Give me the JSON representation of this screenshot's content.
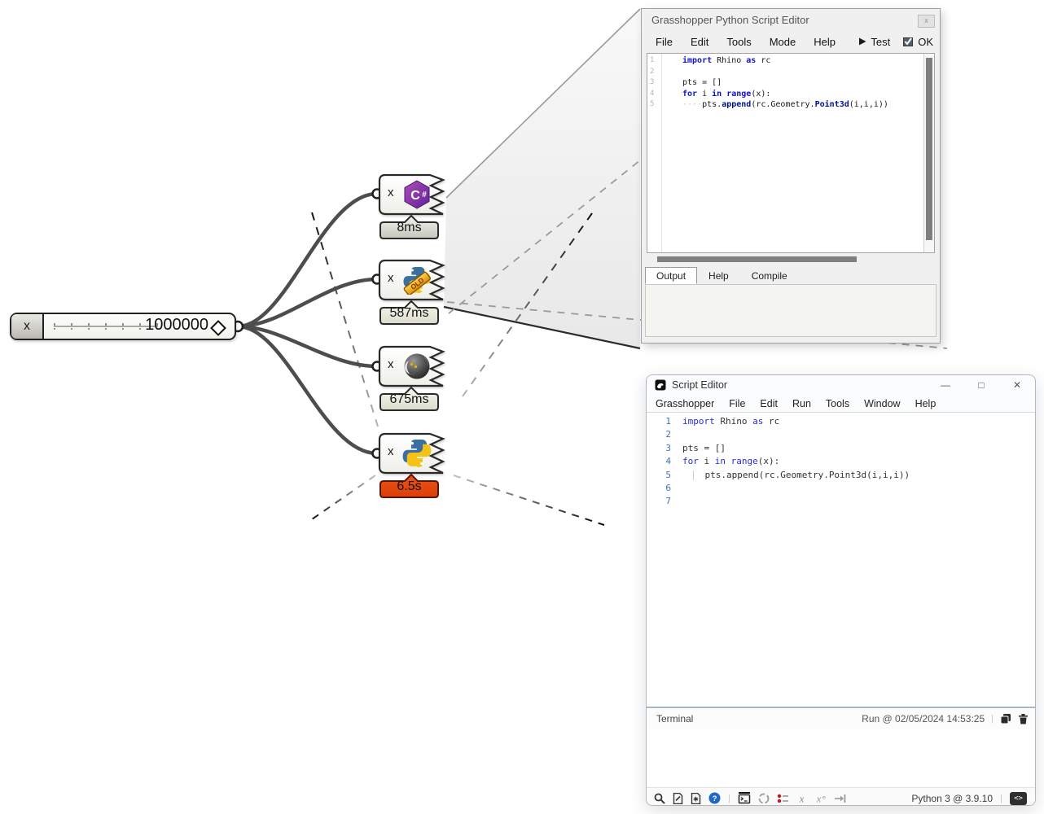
{
  "canvas": {
    "slider": {
      "label": "x",
      "value": "1000000"
    },
    "components": [
      {
        "icon": "csharp-icon",
        "input": "x",
        "time": "8ms"
      },
      {
        "icon": "ghpython-old-icon",
        "input": "x",
        "time": "587ms",
        "badge": "OLD"
      },
      {
        "icon": "ironpython-ghost-icon",
        "input": "x",
        "time": "675ms"
      },
      {
        "icon": "python3-icon",
        "input": "x",
        "time": "6.5s"
      }
    ],
    "colors": {
      "slow_highlight": "#e8470e",
      "wire": "#4d4d4d",
      "csharp_purple": "#8a2b9b"
    }
  },
  "gh_editor": {
    "title": "Grasshopper Python Script Editor",
    "close_label": "x",
    "menus": [
      "File",
      "Edit",
      "Tools",
      "Mode",
      "Help"
    ],
    "test_label": "Test",
    "ok_label": "OK",
    "line_numbers": [
      "1",
      "2",
      "3",
      "4",
      "5"
    ],
    "code": [
      [
        [
          "kw",
          "import"
        ],
        [
          "t",
          " Rhino "
        ],
        [
          "kw",
          "as"
        ],
        [
          "t",
          " rc"
        ]
      ],
      [],
      [
        [
          "t",
          "pts = []"
        ]
      ],
      [
        [
          "kw",
          "for"
        ],
        [
          "t",
          " i "
        ],
        [
          "kw",
          "in"
        ],
        [
          "t",
          " "
        ],
        [
          "kw",
          "range"
        ],
        [
          "t",
          "(x):"
        ]
      ],
      [
        [
          "ws",
          "····"
        ],
        [
          "t",
          "pts."
        ],
        [
          "fn",
          "append"
        ],
        [
          "t",
          "(rc.Geometry."
        ],
        [
          "fn",
          "Point3d"
        ],
        [
          "t",
          "(i,i,i))"
        ]
      ]
    ],
    "tabs": [
      "Output",
      "Help",
      "Compile"
    ],
    "active_tab": "Output"
  },
  "script_editor": {
    "title": "Script Editor",
    "menus": [
      "Grasshopper",
      "File",
      "Edit",
      "Run",
      "Tools",
      "Window",
      "Help"
    ],
    "controls": {
      "minimize": "—",
      "maximize": "□",
      "close": "✕"
    },
    "line_numbers": [
      "1",
      "2",
      "3",
      "4",
      "5",
      "6",
      "7"
    ],
    "code": [
      [
        [
          "kw",
          "import"
        ],
        [
          "t",
          " Rhino "
        ],
        [
          "kw",
          "as"
        ],
        [
          "t",
          " rc"
        ]
      ],
      [],
      [
        [
          "t",
          "pts = []"
        ]
      ],
      [
        [
          "kw",
          "for"
        ],
        [
          "t",
          " i "
        ],
        [
          "kw",
          "in"
        ],
        [
          "t",
          " "
        ],
        [
          "kw",
          "range"
        ],
        [
          "t",
          "(x):"
        ]
      ],
      [
        [
          "t",
          "  "
        ],
        [
          "guide",
          ""
        ],
        [
          "t",
          "  pts.append(rc.Geometry.Point3d(i,i,i))"
        ]
      ],
      [],
      []
    ],
    "terminal": {
      "label": "Terminal",
      "run_stamp": "Run @ 02/05/2024 14:53:25"
    },
    "status": "Python 3 @ 3.9.10",
    "toolbar_icons": [
      "search",
      "new-script",
      "script-template",
      "help",
      "terminal-panel",
      "run-indicator",
      "breakpoints",
      "clear-scope",
      "reset-engine",
      "step"
    ]
  }
}
